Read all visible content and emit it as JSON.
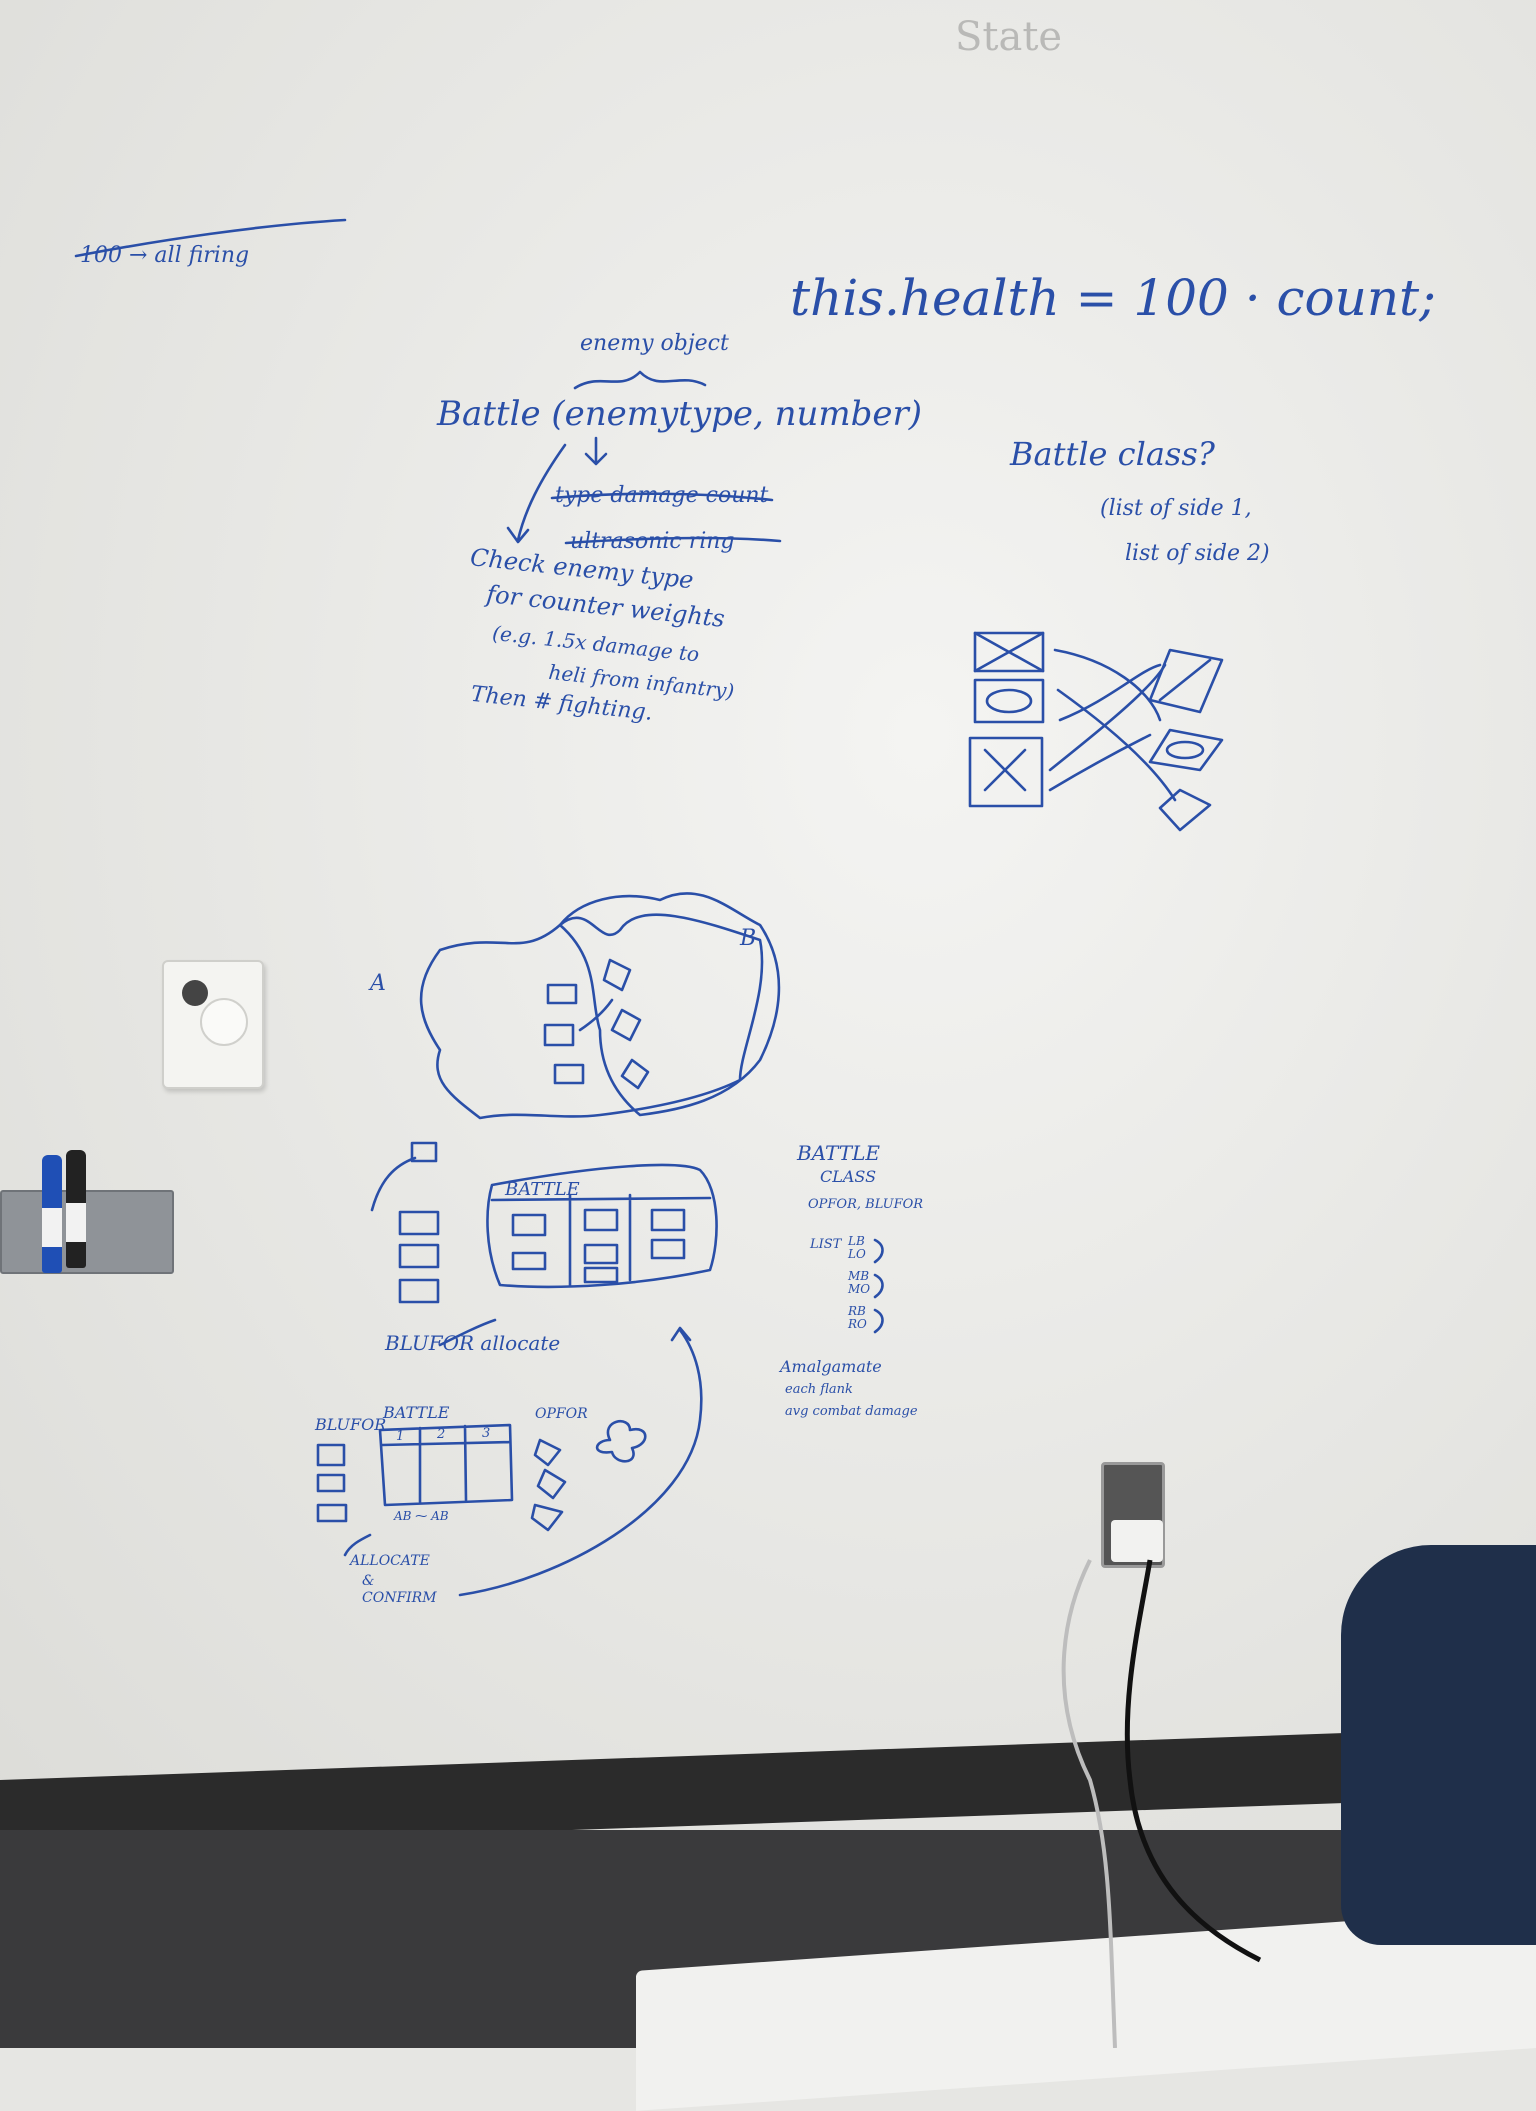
{
  "whiteboard": {
    "top_faint": "State",
    "main_code": "this.health = 100 · count;",
    "left_struck": "100 → all firing",
    "enemy_object": "enemy object",
    "battle_call": "Battle (enemytype, number)",
    "struck_1": "type damage count",
    "struck_2": "ultrasonic ring",
    "check_lines": [
      "Check enemy type",
      "for counter weights",
      "(e.g. 1.5x damage to",
      "heli from infantry)",
      "Then # fighting."
    ],
    "battle_class_q": "Battle class?",
    "class_args": [
      "(list of side 1,",
      "list of side 2)"
    ],
    "diagram_labels": {
      "a": "A",
      "b": "B",
      "battle_box": "BATTLE",
      "blufor_alloc": "BLUFOR allocate",
      "lower_blufor": "BLUFOR",
      "lower_battle": "BATTLE",
      "lower_opfor": "OPFOR",
      "cols": [
        "1",
        "2",
        "3"
      ],
      "allocate_confirm": [
        "ALLOCATE",
        "&",
        "CONFIRM"
      ],
      "bottom_keys": "AB  ⁓  AB"
    },
    "battle_class_block": {
      "title": [
        "BATTLE",
        "CLASS"
      ],
      "sides": "OPFOR, BLUFOR",
      "list_label": "LIST",
      "list_items": [
        "LB",
        "LO",
        "MB",
        "MO",
        "RB",
        "RO"
      ],
      "amalgamate": [
        "Amalgamate",
        "each flank",
        "avg combat damage"
      ]
    },
    "ink_color": "#2a4fa8"
  }
}
